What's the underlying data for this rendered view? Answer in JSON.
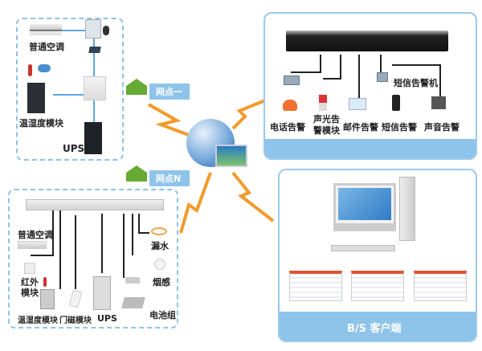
{
  "site_one": {
    "tag": "网点一",
    "labels": {
      "ac": "普通空调",
      "th": "温湿度模块",
      "ups": "UPS"
    }
  },
  "site_n": {
    "tag": "网点N",
    "labels": {
      "ac": "普通空调",
      "ir": "红外模块",
      "th": "温湿度模块",
      "door": "门磁模块",
      "ups": "UPS",
      "battery": "电池组",
      "smoke": "烟感",
      "leak": "漏水"
    }
  },
  "alarm_panel": {
    "labels": {
      "phone": "电话告警",
      "sound_light": "声光告警模块",
      "email": "邮件告警",
      "sms": "短信告警",
      "sms_machine": "短信告警机",
      "sound": "声音告警"
    }
  },
  "client_panel": {
    "title": "B/S 客户端"
  },
  "colors": {
    "panel_blue": "#8ec4ea",
    "lightning": "#f39a2b",
    "line_blue": "#5aa7e0"
  }
}
